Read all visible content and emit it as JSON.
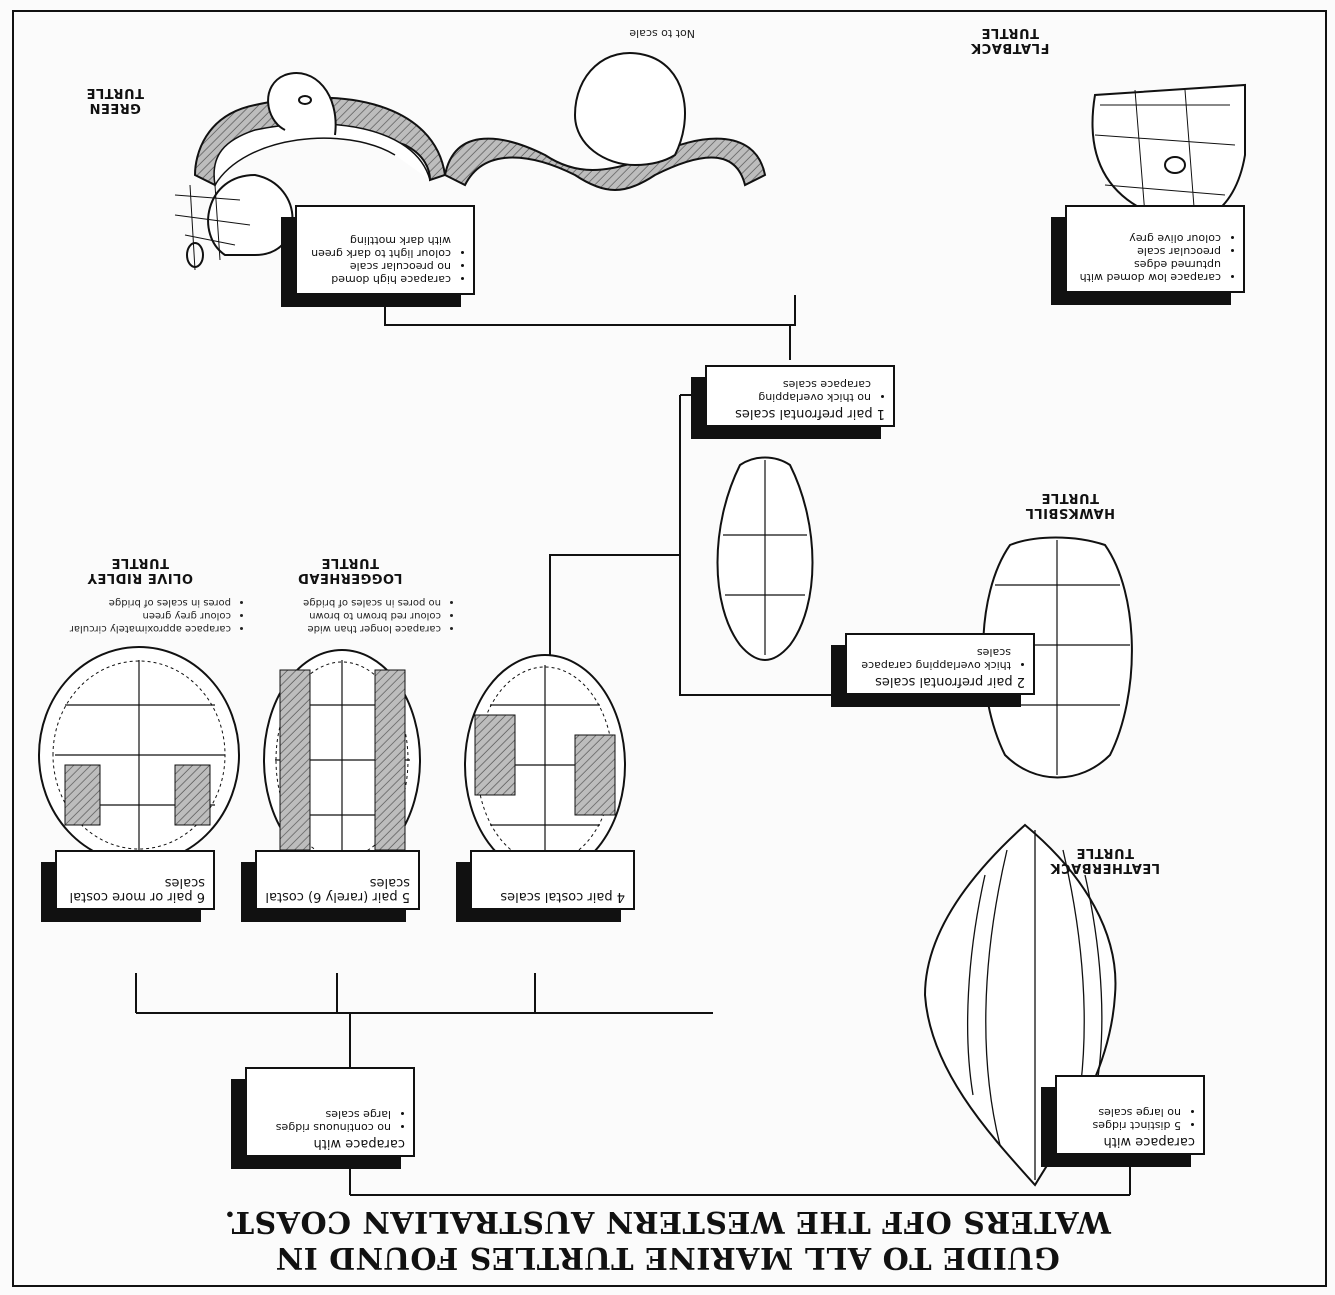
{
  "title_line1": "GUIDE TO ALL MARINE TURTLES FOUND IN",
  "title_line2": "WATERS OFF THE WESTERN AUSTRALIAN COAST.",
  "scale_note": "Not to scale",
  "root_box": {
    "heading": "carapace with",
    "bullets": [
      "no continuous ridges",
      "large scales"
    ]
  },
  "leatherback_box": {
    "heading": "carapace with",
    "bullets": [
      "5 distinct ridges",
      "no large scales"
    ]
  },
  "leatherback_name": "LEATHERBACK TURTLE",
  "costal_boxes": [
    {
      "text": "4 pair costal scales"
    },
    {
      "text": "5 pair (rarely 6) costal scales"
    },
    {
      "text": "6 pair or more costal scales"
    }
  ],
  "loggerhead_name": "LOGGERHEAD TURTLE",
  "loggerhead_bullets": [
    "carapace longer than wide",
    "colour red brown to brown",
    "no pores in scales of bridge"
  ],
  "olive_name": "OLIVE RIDLEY TURTLE",
  "olive_bullets": [
    "carapace approximately circular",
    "colour grey green",
    "pores in scales of bridge"
  ],
  "prefrontal_two_box": {
    "heading": "2 pair prefrontal scales",
    "bullets": [
      "thick overlapping carapace scales"
    ]
  },
  "hawksbill_name": "HAWKSBILL TURTLE",
  "prefrontal_one_box": {
    "heading": "1 pair prefrontal scales",
    "bullets": [
      "no thick overlapping carapace scales"
    ]
  },
  "green_box": {
    "bullets": [
      "carapace high domed",
      "no preocular scale",
      "colour light to dark green with dark mottling"
    ]
  },
  "green_name": "GREEN TURTLE",
  "flatback_box": {
    "bullets": [
      "carapace low domed with upturned edges",
      "preocular scale",
      "colour olive grey"
    ]
  },
  "flatback_name": "FLATBACK TURTLE",
  "colors": {
    "ink": "#111111",
    "paper": "#fbfbfb",
    "shade": "#9a9a9a"
  }
}
